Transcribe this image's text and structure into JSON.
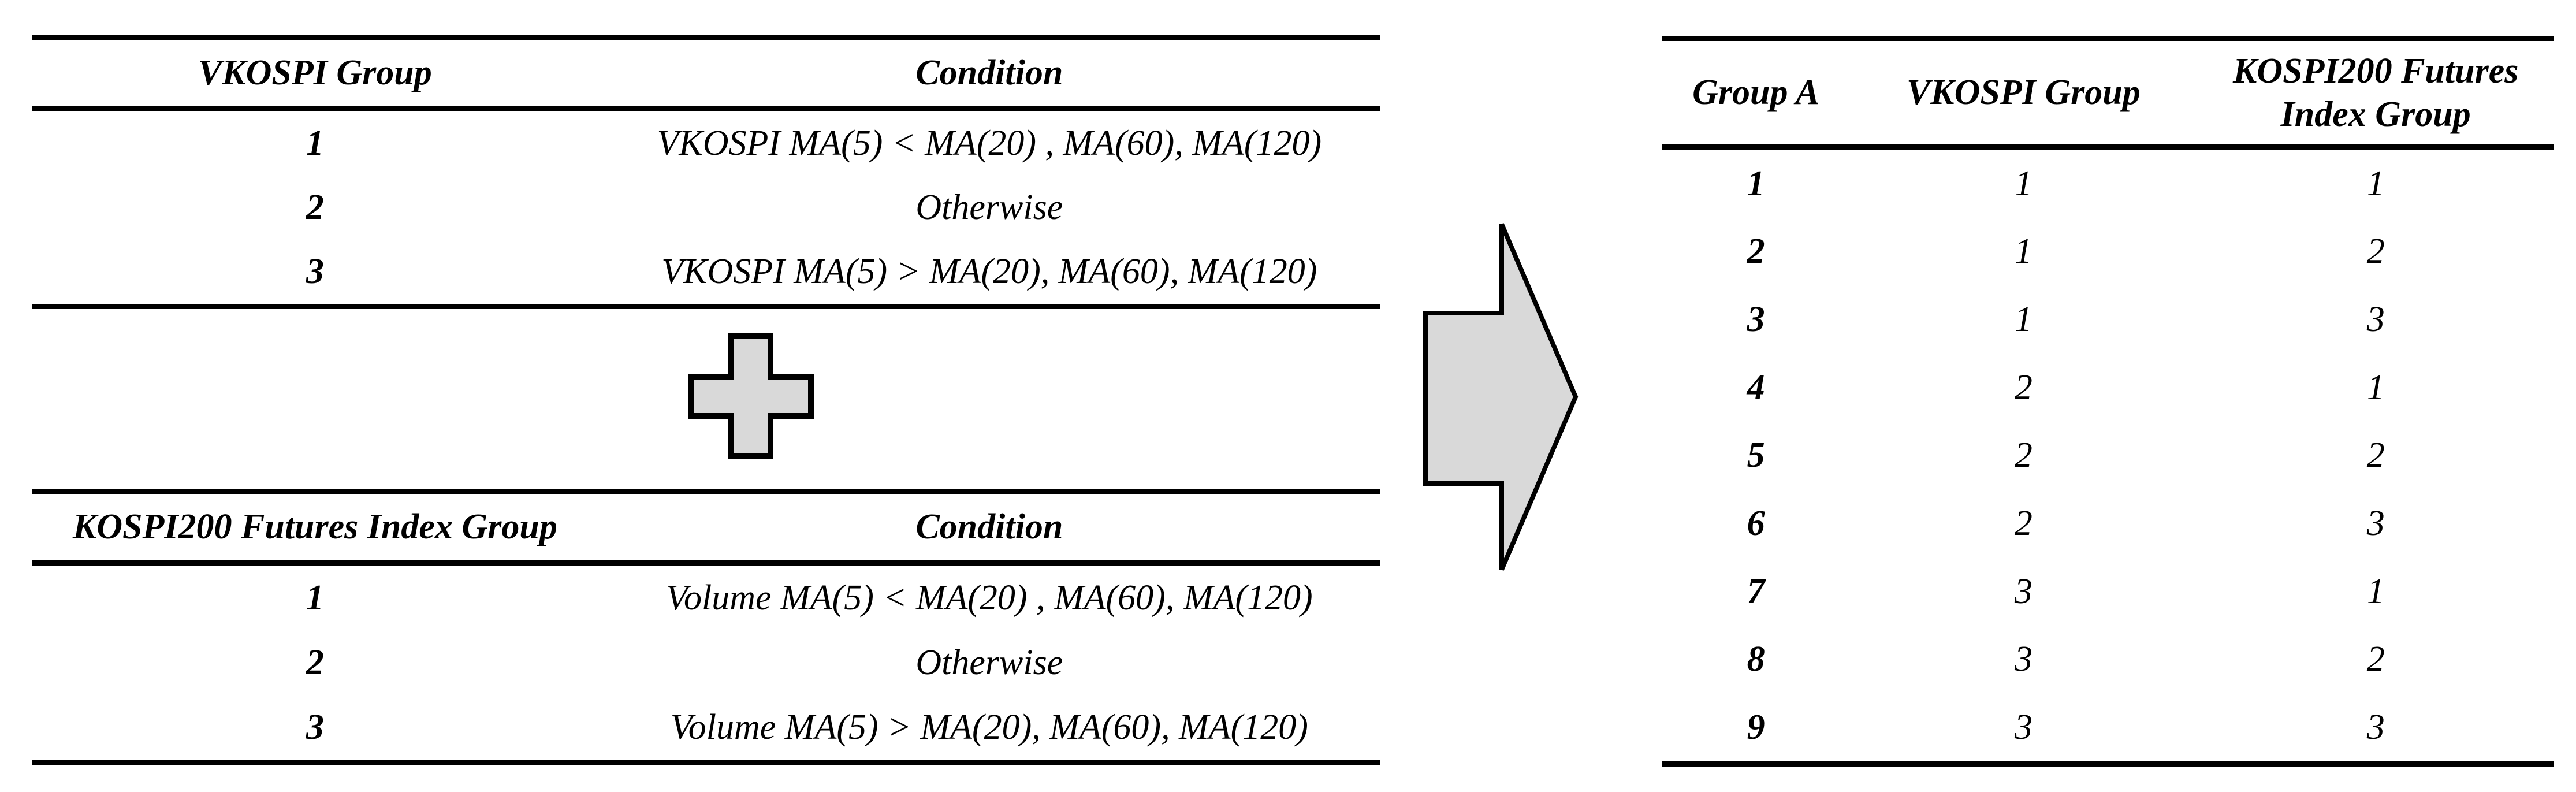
{
  "colors": {
    "background": "#ffffff",
    "text": "#000000",
    "rule": "#000000",
    "shape_fill": "#d9d9d9",
    "shape_stroke": "#000000"
  },
  "vkospi_table": {
    "header": {
      "group": "VKOSPI Group",
      "condition": "Condition"
    },
    "rows": [
      {
        "group": "1",
        "condition": "VKOSPI MA(5) < MA(20) , MA(60), MA(120)"
      },
      {
        "group": "2",
        "condition": "Otherwise"
      },
      {
        "group": "3",
        "condition": "VKOSPI MA(5) > MA(20), MA(60), MA(120)"
      }
    ]
  },
  "futures_table": {
    "header": {
      "group": "KOSPI200 Futures Index Group",
      "condition": "Condition"
    },
    "rows": [
      {
        "group": "1",
        "condition": "Volume MA(5) < MA(20) , MA(60), MA(120)"
      },
      {
        "group": "2",
        "condition": "Otherwise"
      },
      {
        "group": "3",
        "condition": "Volume MA(5) > MA(20), MA(60), MA(120)"
      }
    ]
  },
  "combined_table": {
    "header": {
      "group_a": "Group A",
      "vkospi": "VKOSPI Group",
      "futures": "KOSPI200 Futures Index Group"
    },
    "rows": [
      [
        "1",
        "1",
        "1"
      ],
      [
        "2",
        "1",
        "2"
      ],
      [
        "3",
        "1",
        "3"
      ],
      [
        "4",
        "2",
        "1"
      ],
      [
        "5",
        "2",
        "2"
      ],
      [
        "6",
        "2",
        "3"
      ],
      [
        "7",
        "3",
        "1"
      ],
      [
        "8",
        "3",
        "2"
      ],
      [
        "9",
        "3",
        "3"
      ]
    ]
  }
}
